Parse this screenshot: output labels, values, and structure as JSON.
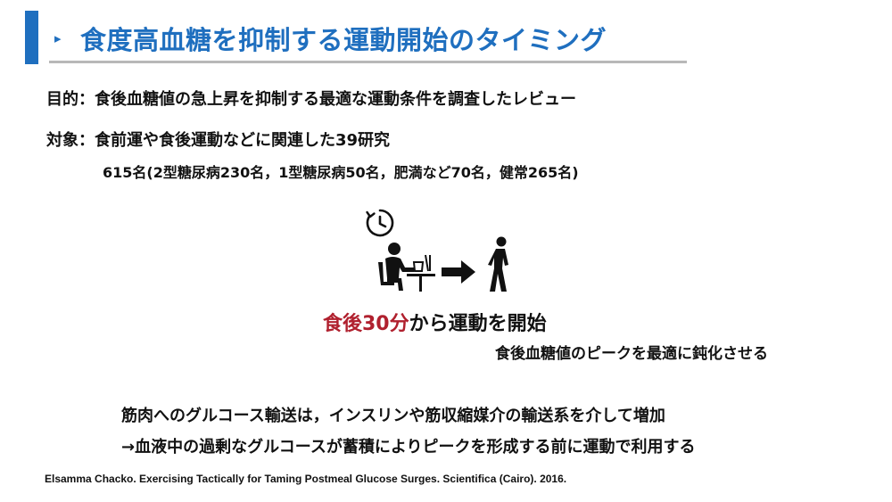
{
  "header": {
    "marker": "▸",
    "title": "食度高血糖を抑制する運動開始のタイミング"
  },
  "purpose": {
    "label": "目的：",
    "text": "食後血糖値の急上昇を抑制する最適な運動条件を調査したレビュー"
  },
  "subjects": {
    "label": "対象：",
    "line1": "食前運や食後運動などに関連した39研究",
    "line2": "615名(2型糖尿病230名，1型糖尿病50名，肥満など70名，健常265名)"
  },
  "illustration": {
    "icons": [
      "clock-icon",
      "person-eating-icon",
      "arrow-right-icon",
      "person-walking-icon"
    ]
  },
  "finding": {
    "highlight": "食後30分",
    "rest": "から運動を開始",
    "effect": "食後血糖値のピークを最適に鈍化させる"
  },
  "explanation": {
    "line1": "筋肉へのグルコース輸送は，インスリンや筋収縮媒介の輸送系を介して増加",
    "line2": "→血液中の過剰なグルコースが蓄積によりピークを形成する前に運動で利用する"
  },
  "citation": "Elsamma Chacko. Exercising Tactically for Taming Postmeal Glucose Surges. Scientifica (Cairo). 2016.",
  "colors": {
    "accent": "#1f6fbf",
    "highlight": "#b0202e",
    "underline": "#b8b8b8"
  }
}
